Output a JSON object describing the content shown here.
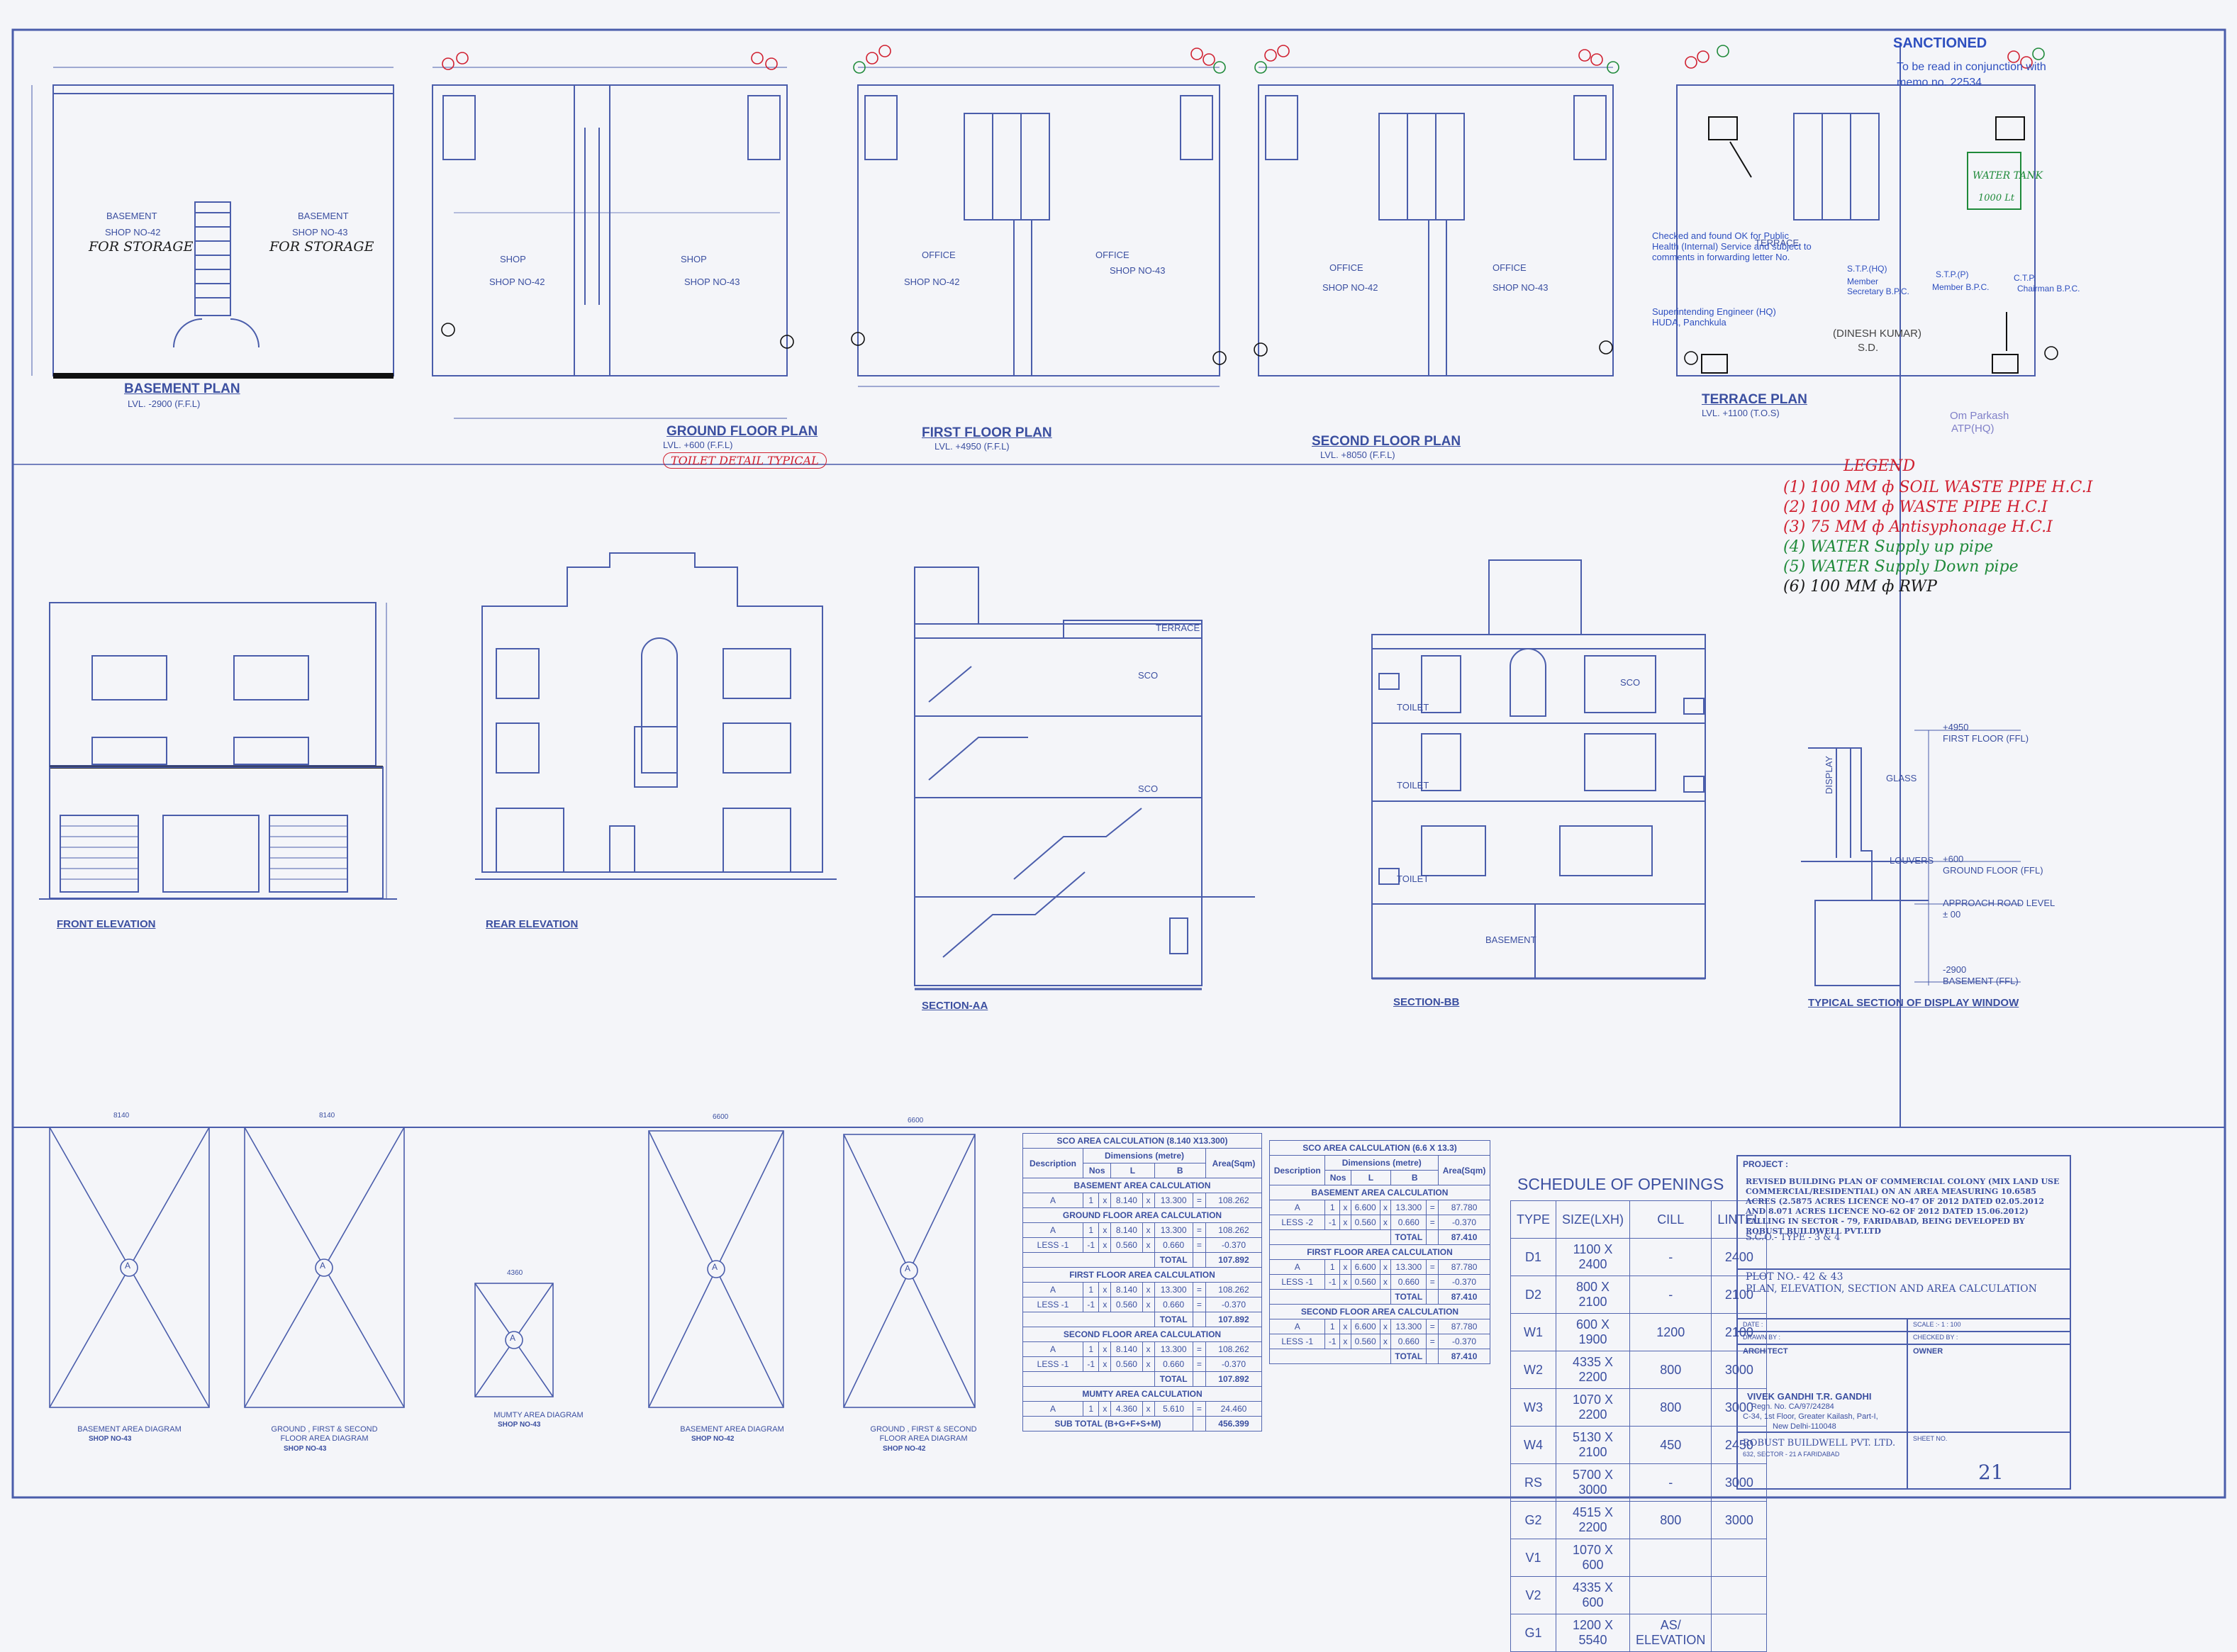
{
  "plans": {
    "basement": {
      "title": "BASEMENT PLAN",
      "level": "LVL. -2900 (F.F.L)",
      "shop_left": "SHOP NO-42",
      "shop_right": "SHOP NO-43",
      "room_left": "BASEMENT",
      "room_right": "BASEMENT",
      "note_left": "FOR STORAGE",
      "note_right": "FOR STORAGE"
    },
    "ground": {
      "title": "GROUND FLOOR PLAN",
      "level": "LVL. +600 (F.F.L)",
      "note": "TOILET DETAIL TYPICAL",
      "shop_left": "SHOP NO-42",
      "shop_right": "SHOP NO-43",
      "room_left": "SHOP",
      "room_right": "SHOP"
    },
    "first": {
      "title": "FIRST FLOOR PLAN",
      "level": "LVL. +4950 (F.F.L)",
      "shop_left": "SHOP NO-42",
      "shop_right": "SHOP NO-43",
      "room_left": "OFFICE",
      "room_right": "OFFICE"
    },
    "second": {
      "title": "SECOND FLOOR PLAN",
      "level": "LVL. +8050 (F.F.L)",
      "shop_left": "SHOP NO-42",
      "shop_right": "SHOP NO-43",
      "room_left": "OFFICE",
      "room_right": "OFFICE"
    },
    "terrace": {
      "title": "TERRACE PLAN",
      "level": "LVL. +1100 (T.O.S)",
      "water_tank": "WATER TANK",
      "water_tank_cap": "1000 Lt",
      "room": "TERRACE"
    }
  },
  "sanction": {
    "stamp": "SANCTIONED",
    "line1": "To be read in conjunction with",
    "line2": "memo no. 22534",
    "line3": "Checked and found OK for Public Health (Internal) Service and subject to comments in forwarding letter No.",
    "engineer": "Superintending Engineer (HQ) HUDA, Panchkula",
    "member_secretary": "Member Secretary B.P.C.",
    "member": "Member B.P.C.",
    "chairman": "Chairman B.P.C.",
    "sign_left": "S.T.P.(HQ)",
    "sign_mid": "S.T.P.(P)",
    "sign_right": "C.T.P.",
    "officer_name": "(DINESH KUMAR)",
    "officer_title": "S.D.",
    "atp_name": "Om Parkash",
    "atp_title": "ATP(HQ)"
  },
  "legend": {
    "title": "LEGEND",
    "items": [
      {
        "text": "(1) 100 MM ф SOIL WASTE PIPE H.C.I",
        "color": "#d02030"
      },
      {
        "text": "(2) 100 MM ф WASTE PIPE H.C.I",
        "color": "#d02030"
      },
      {
        "text": "(3) 75 MM ф Antisyphonage H.C.I",
        "color": "#d02030"
      },
      {
        "text": "(4) WATER Supply up pipe",
        "color": "#1f8a3a"
      },
      {
        "text": "(5) WATER Supply Down pipe",
        "color": "#1f8a3a"
      },
      {
        "text": "(6) 100 MM ф RWP",
        "color": "#1a1a1a"
      }
    ]
  },
  "elevations": {
    "front": "FRONT ELEVATION",
    "rear": "REAR ELEVATION",
    "section_aa": "SECTION-AA",
    "section_bb": "SECTION-BB",
    "typical": "TYPICAL SECTION OF DISPLAY WINDOW",
    "terrace_label": "TERRACE",
    "sco": "SCO",
    "toilet": "TOILET",
    "basement": "BASEMENT",
    "first_floor": "FIRST FLOOR (FFL)",
    "ground_floor": "GROUND FLOOR (FFL)",
    "approach_road": "APPROACH ROAD LEVEL",
    "basement_ffl": "BASEMENT (FFL)",
    "glass": "GLASS",
    "louvers": "LOUVERS",
    "display": "DISPLAY",
    "lvl_4950": "+4950",
    "lvl_600": "+600",
    "lvl_00": "± 00",
    "lvl_2900": "-2900"
  },
  "diagrams": [
    {
      "caption": "BASEMENT AREA DIAGRAM",
      "shop": "SHOP NO-43",
      "mark": "A",
      "dim": "8140"
    },
    {
      "caption": "GROUND , FIRST & SECOND FLOOR AREA DIAGRAM",
      "shop": "SHOP NO-43",
      "mark": "A",
      "dim": "8140"
    },
    {
      "caption": "MUMTY AREA DIAGRAM",
      "shop": "SHOP NO-43",
      "mark": "A",
      "dim": "4360"
    },
    {
      "caption": "BASEMENT AREA DIAGRAM",
      "shop": "SHOP NO-42",
      "mark": "A",
      "dim": "6600"
    },
    {
      "caption": "GROUND , FIRST & SECOND FLOOR AREA DIAGRAM",
      "shop": "SHOP NO-42",
      "mark": "A",
      "dim": "6600"
    }
  ],
  "calc1": {
    "title": "SCO AREA CALCULATION (8.140 X13.300)",
    "h_desc": "Description",
    "h_dims": "Dimensions (metre)",
    "h_nos": "Nos",
    "h_l": "L",
    "h_b": "B",
    "h_area": "Area(Sqm)",
    "sections": [
      {
        "name": "BASEMENT AREA CALCULATION",
        "rows": [
          [
            "A",
            "1",
            "x",
            "8.140",
            "x",
            "13.300",
            "=",
            "108.262"
          ]
        ],
        "total": null
      },
      {
        "name": "GROUND FLOOR AREA CALCULATION",
        "rows": [
          [
            "A",
            "1",
            "x",
            "8.140",
            "x",
            "13.300",
            "=",
            "108.262"
          ],
          [
            "LESS -1",
            "-1",
            "x",
            "0.560",
            "x",
            "0.660",
            "=",
            "-0.370"
          ]
        ],
        "total": "107.892"
      },
      {
        "name": "FIRST FLOOR AREA CALCULATION",
        "rows": [
          [
            "A",
            "1",
            "x",
            "8.140",
            "x",
            "13.300",
            "=",
            "108.262"
          ],
          [
            "LESS -1",
            "-1",
            "x",
            "0.560",
            "x",
            "0.660",
            "=",
            "-0.370"
          ]
        ],
        "total": "107.892"
      },
      {
        "name": "SECOND FLOOR AREA CALCULATION",
        "rows": [
          [
            "A",
            "1",
            "x",
            "8.140",
            "x",
            "13.300",
            "=",
            "108.262"
          ],
          [
            "LESS -1",
            "-1",
            "x",
            "0.560",
            "x",
            "0.660",
            "=",
            "-0.370"
          ]
        ],
        "total": "107.892"
      },
      {
        "name": "MUMTY AREA CALCULATION",
        "rows": [
          [
            "A",
            "1",
            "x",
            "4.360",
            "x",
            "5.610",
            "=",
            "24.460"
          ]
        ],
        "total": null
      }
    ],
    "total_label": "TOTAL",
    "subtotal_label": "SUB TOTAL (B+G+F+S+M)",
    "subtotal": "456.399"
  },
  "calc2": {
    "title": "SCO AREA CALCULATION (6.6 X 13.3)",
    "h_desc": "Description",
    "h_dims": "Dimensions (metre)",
    "h_nos": "Nos",
    "h_l": "L",
    "h_b": "B",
    "h_area": "Area(Sqm)",
    "sections": [
      {
        "name": "BASEMENT AREA CALCULATION",
        "rows": [
          [
            "A",
            "1",
            "x",
            "6.600",
            "x",
            "13.300",
            "=",
            "87.780"
          ],
          [
            "LESS -2",
            "-1",
            "x",
            "0.560",
            "x",
            "0.660",
            "=",
            "-0.370"
          ]
        ],
        "total": "87.410"
      },
      {
        "name": "FIRST FLOOR AREA CALCULATION",
        "rows": [
          [
            "A",
            "1",
            "x",
            "6.600",
            "x",
            "13.300",
            "=",
            "87.780"
          ],
          [
            "LESS -1",
            "-1",
            "x",
            "0.560",
            "x",
            "0.660",
            "=",
            "-0.370"
          ]
        ],
        "total": "87.410"
      },
      {
        "name": "SECOND FLOOR AREA CALCULATION",
        "rows": [
          [
            "A",
            "1",
            "x",
            "6.600",
            "x",
            "13.300",
            "=",
            "87.780"
          ],
          [
            "LESS -1",
            "-1",
            "x",
            "0.560",
            "x",
            "0.660",
            "=",
            "-0.370"
          ]
        ],
        "total": "87.410"
      }
    ],
    "total_label": "TOTAL"
  },
  "openings": {
    "title": "SCHEDULE OF OPENINGS",
    "headers": [
      "TYPE",
      "SIZE(LXH)",
      "CILL",
      "LINTEL"
    ],
    "rows": [
      [
        "D1",
        "1100 X 2400",
        "-",
        "2400"
      ],
      [
        "D2",
        "800 X 2100",
        "-",
        "2100"
      ],
      [
        "W1",
        "600 X 1900",
        "1200",
        "2100"
      ],
      [
        "W2",
        "4335 X 2200",
        "800",
        "3000"
      ],
      [
        "W3",
        "1070 X 2200",
        "800",
        "3000"
      ],
      [
        "W4",
        "5130 X 2100",
        "450",
        "2450"
      ],
      [
        "RS",
        "5700 X 3000",
        "-",
        "3000"
      ],
      [
        "G2",
        "4515 X 2200",
        "800",
        "3000"
      ],
      [
        "V1",
        "1070 X 600",
        "",
        ""
      ],
      [
        "V2",
        "4335 X 600",
        "",
        ""
      ],
      [
        "G1",
        "1200 X 5540",
        "AS/ ELEVATION",
        ""
      ]
    ]
  },
  "titleblock": {
    "project_label": "PROJECT :",
    "project": "REVISED BUILDING PLAN OF COMMERCIAL COLONY (MIX LAND USE COMMERCIAL/RESIDENTIAL) ON AN AREA MEASURING 10.6585 ACRES (2.5875 ACRES LICENCE NO-47 OF 2012 DATED 02.05.2012 AND 8.071 ACRES LICENCE NO-62 OF 2012 DATED 15.06.2012) FALLING IN SECTOR - 79, FARIDABAD, BEING DEVELOPED BY ROBUST BUILDWELL PVT.LTD",
    "sco_type": "S.C.O.- TYPE - 3 & 4",
    "plot_no": "PLOT NO.- 42 & 43",
    "drawing": "PLAN, ELEVATION, SECTION AND AREA CALCULATION",
    "date": "DATE :",
    "scale": "SCALE :- 1 : 100",
    "drawn": "DRAWN BY :",
    "checked": "CHECKED BY :",
    "architect": "ARCHITECT",
    "owner": "OWNER",
    "arch_name": "VIVEK GANDHI T.R. GANDHI",
    "arch_reg": "Regn. No. CA/97/24284",
    "arch_addr1": "C-34, 1st Floor, Greater Kailash, Part-I,",
    "arch_addr2": "New Delhi-110048",
    "owner_co": "ROBUST BUILDWELL PVT. LTD.",
    "owner_addr": "632, SECTOR - 21 A FARIDABAD",
    "sheet": "SHEET NO.",
    "sheet_no": "21"
  },
  "colors": {
    "ink": "#3b4fa0",
    "paper": "#f4f5f9",
    "red": "#d02030",
    "green": "#1f8a3a"
  }
}
